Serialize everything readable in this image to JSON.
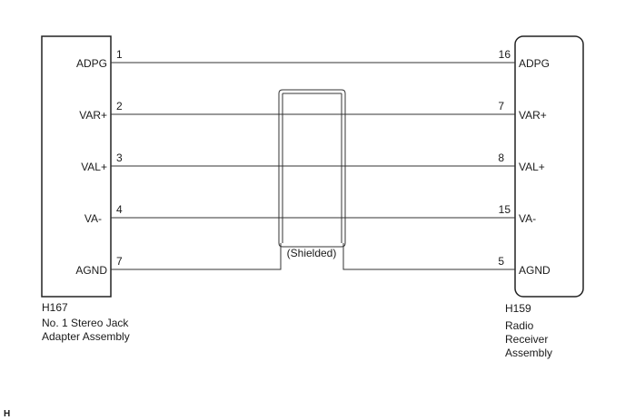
{
  "left_connector": {
    "code": "H167",
    "name_lines": [
      "No. 1 Stereo Jack",
      "Adapter Assembly"
    ]
  },
  "right_connector": {
    "code": "H159",
    "name_lines": [
      "Radio",
      "Receiver",
      "Assembly"
    ]
  },
  "wires": [
    {
      "left_pin": "1",
      "left_label": "ADPG",
      "right_pin": "16",
      "right_label": "ADPG"
    },
    {
      "left_pin": "2",
      "left_label": "VAR+",
      "right_pin": "7",
      "right_label": "VAR+"
    },
    {
      "left_pin": "3",
      "left_label": "VAL+",
      "right_pin": "8",
      "right_label": "VAL+"
    },
    {
      "left_pin": "4",
      "left_label": "VA-",
      "right_pin": "15",
      "right_label": "VA-"
    },
    {
      "left_pin": "7",
      "left_label": "AGND",
      "right_pin": "5",
      "right_label": "AGND"
    }
  ],
  "shield": {
    "label": "(Shielded)"
  },
  "corner_mark": "H"
}
